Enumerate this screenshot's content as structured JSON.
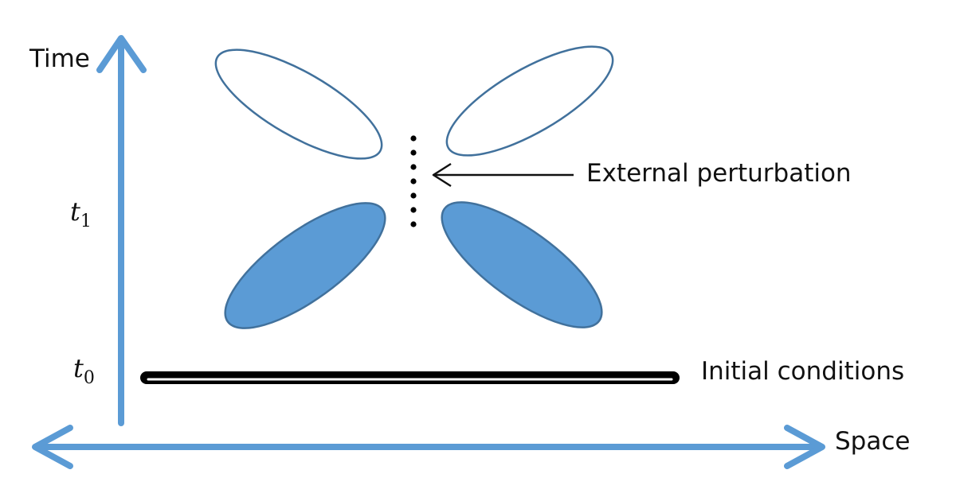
{
  "labels": {
    "time_axis": "Time",
    "space_axis": "Space",
    "t1_symbol": "t",
    "t1_subscript": "1",
    "t0_symbol": "t",
    "t0_subscript": "0",
    "perturbation": "External perturbation",
    "initial_conditions": "Initial conditions"
  },
  "colors": {
    "axis": "#5b9bd5",
    "outline": "#41719c",
    "filled_lobe": "#5b9bd5",
    "empty_lobe": "#ffffff",
    "initial_bar": "#000000",
    "text": "#111111"
  },
  "perturbation_dots": 7
}
